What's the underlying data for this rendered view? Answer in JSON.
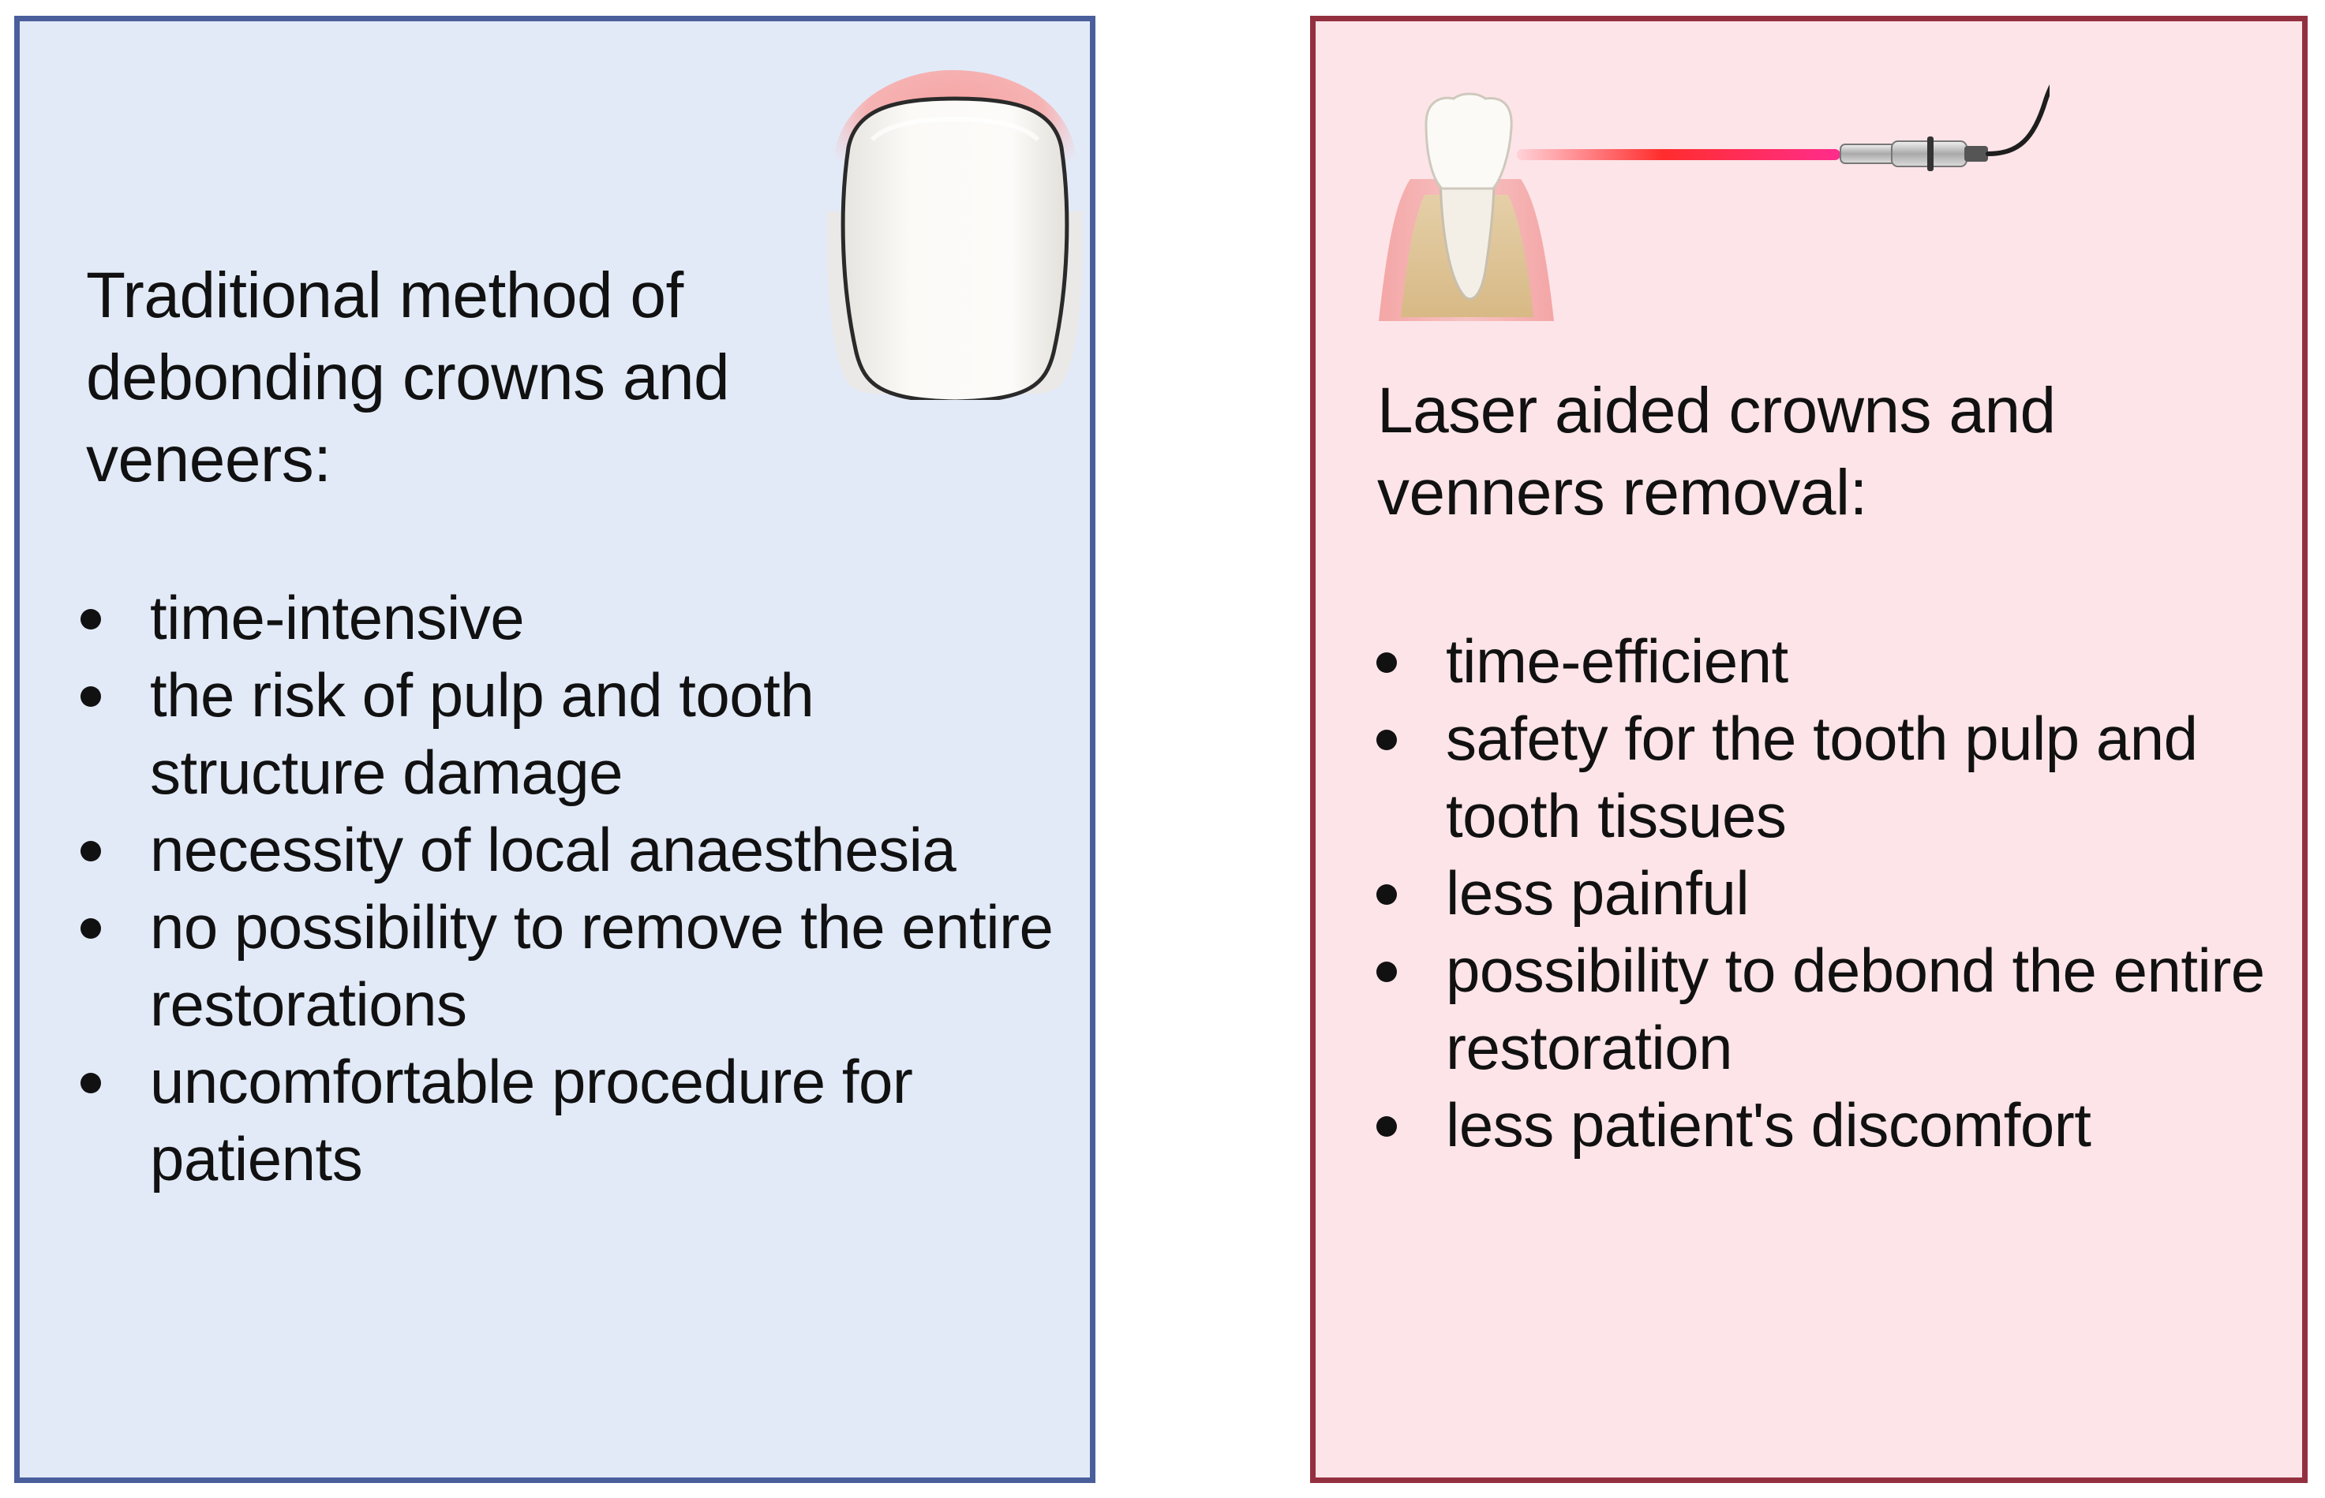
{
  "left_panel": {
    "heading": "Traditional method of\ndebonding crowns and\nveneers:",
    "items": [
      "time-intensive",
      "the risk of pulp and tooth structure damage",
      "necessity of local anaesthesia",
      "no possibility to remove the entire restorations",
      "uncomfortable procedure for patients"
    ],
    "illustration": "veneer-tooth-icon",
    "background": "#e2eaf8",
    "border": "#4a5e9b"
  },
  "right_panel": {
    "heading": "Laser aided crowns and\nvenners removal:",
    "items": [
      "time-efficient",
      "safety for the tooth pulp and tooth tissues",
      "less painful",
      "possibility to debond the entire restoration",
      "less patient's discomfort"
    ],
    "illustration": "laser-tooth-icon",
    "background": "#fde4e8",
    "border": "#93303f",
    "laser_color": "#ff2d55"
  }
}
